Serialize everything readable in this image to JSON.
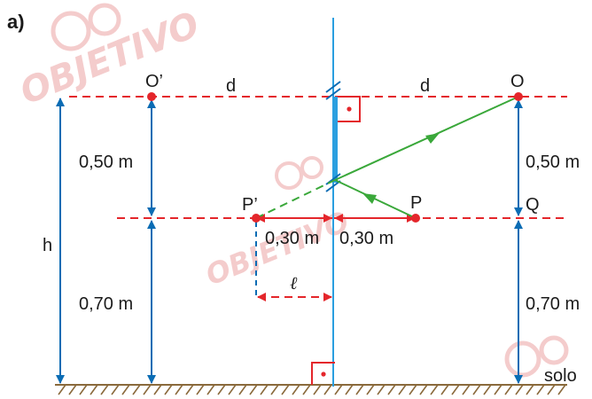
{
  "figure": {
    "part_label": "a)",
    "watermark_text": "OBJETIVO",
    "labels": {
      "o_prime": "O’",
      "o": "O",
      "d_left": "d",
      "d_right": "d",
      "p_prime": "P’",
      "p": "P",
      "q": "Q",
      "h": "h",
      "left_upper": "0,50 m",
      "left_lower": "0,70 m",
      "right_upper": "0,50 m",
      "right_lower": "0,70 m",
      "mid_left": "0,30 m",
      "mid_right": "0,30 m",
      "ell": "ℓ",
      "ground": "solo"
    },
    "colors": {
      "blue": "#0a6cb4",
      "mirror_line": "#2a9fe0",
      "red": "#e4262b",
      "green": "#3aa83a",
      "ground": "#8a6a3c",
      "watermark": "#f3c3c3"
    }
  }
}
